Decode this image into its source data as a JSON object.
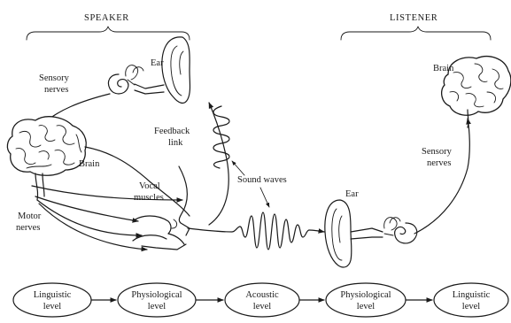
{
  "headers": {
    "speaker": "SPEAKER",
    "listener": "LISTENER"
  },
  "labels": {
    "speaker_ear": "Ear",
    "sensory_nerves_speaker_1": "Sensory",
    "sensory_nerves_speaker_2": "nerves",
    "speaker_brain": "Brain",
    "feedback_link_1": "Feedback",
    "feedback_link_2": "link",
    "vocal_muscles_1": "Vocal",
    "vocal_muscles_2": "muscles",
    "motor_nerves_1": "Motor",
    "motor_nerves_2": "nerves",
    "sound_waves": "Sound waves",
    "listener_ear": "Ear",
    "listener_brain": "Brain",
    "sensory_nerves_listener_1": "Sensory",
    "sensory_nerves_listener_2": "nerves"
  },
  "levels": [
    {
      "line1": "Linguistic",
      "line2": "level"
    },
    {
      "line1": "Physiological",
      "line2": "level"
    },
    {
      "line1": "Acoustic",
      "line2": "level"
    },
    {
      "line1": "Physiological",
      "line2": "level"
    },
    {
      "line1": "Linguistic",
      "line2": "level"
    }
  ]
}
